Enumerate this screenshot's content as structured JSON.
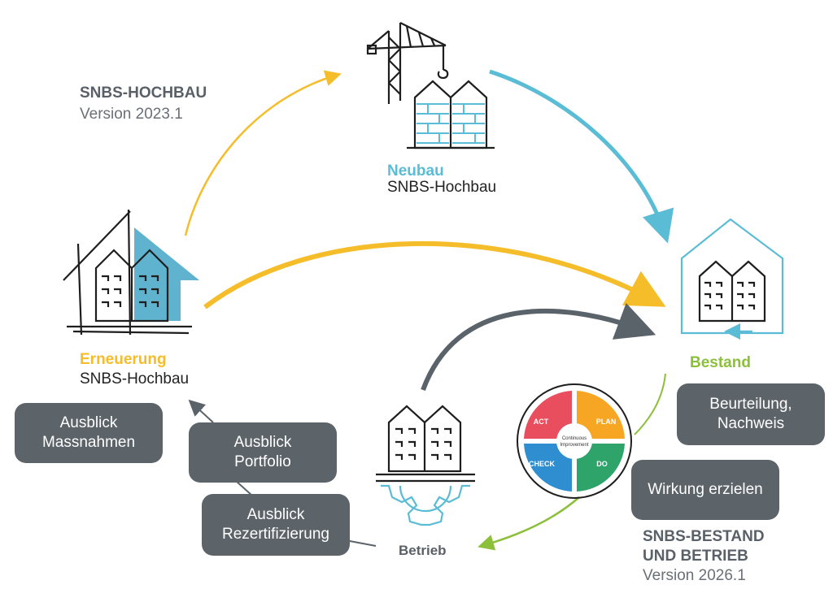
{
  "header": {
    "title": "SNBS-HOCHBAU",
    "version": "Version 2023.1"
  },
  "neubau": {
    "title": "Neubau",
    "subtitle": "SNBS-Hochbau"
  },
  "erneuerung": {
    "title": "Erneuerung",
    "subtitle": "SNBS-Hochbau"
  },
  "bestand": {
    "title": "Bestand"
  },
  "betrieb": {
    "title": "Betrieb"
  },
  "footer": {
    "line1": "SNBS-BESTAND",
    "line2": "UND BETRIEB",
    "version": "Version 2026.1"
  },
  "boxes": {
    "massnahmen": [
      "Ausblick",
      "Massnahmen"
    ],
    "portfolio": [
      "Ausblick",
      "Portfolio"
    ],
    "rezert": [
      "Ausblick",
      "Rezertifizierung"
    ],
    "beurteilung": [
      "Beurteilung,",
      "Nachweis"
    ],
    "wirkung": [
      "Wirkung erzielen"
    ]
  },
  "pdca": {
    "act": "ACT",
    "plan": "PLAN",
    "check": "CHECK",
    "do": "DO",
    "center": [
      "Continuous",
      "Improvement"
    ]
  },
  "colors": {
    "yellow": "#f5bd2a",
    "blue": "#5bbcd6",
    "dark": "#5b636a",
    "green": "#8cbf3a",
    "red": "#e94e5e",
    "orange": "#f6a623",
    "pdcaBlue": "#2f8ecf",
    "pdcaGreen": "#2ea36a",
    "line": "#1e1e1e"
  }
}
